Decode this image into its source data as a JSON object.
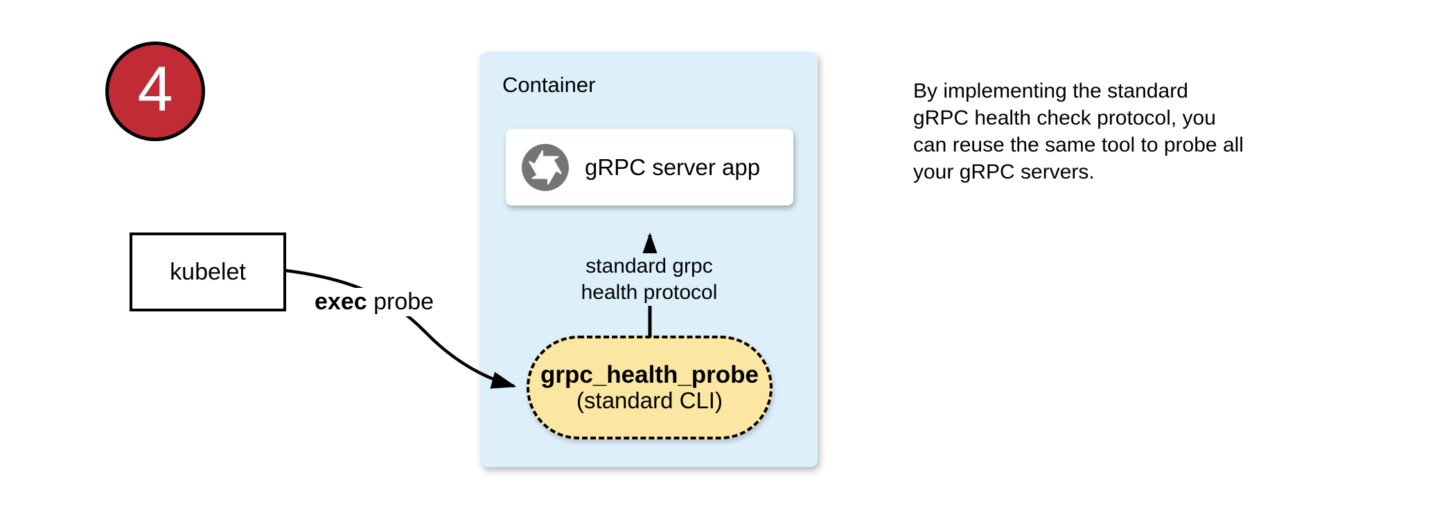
{
  "colors": {
    "circle_red": "#c02b35",
    "container_blue": "#ddeffa",
    "pill_yellow": "#fbe7a1",
    "icon_gray": "#757575"
  },
  "step_badge": {
    "number": "4"
  },
  "kubelet": {
    "label": "kubelet"
  },
  "exec_edge": {
    "bold": "exec",
    "rest": " probe"
  },
  "container": {
    "title": "Container",
    "server_app": {
      "label": "gRPC server app",
      "icon": "aperture-icon"
    },
    "probe": {
      "name": "grpc_health_probe",
      "subtitle": "(standard CLI)"
    },
    "protocol_label": {
      "line1": "standard grpc",
      "line2": "health protocol"
    }
  },
  "side_note": {
    "lines": [
      "By implementing the standard",
      "gRPC health check protocol, you",
      "can reuse the same tool to probe all",
      "your gRPC servers."
    ]
  }
}
